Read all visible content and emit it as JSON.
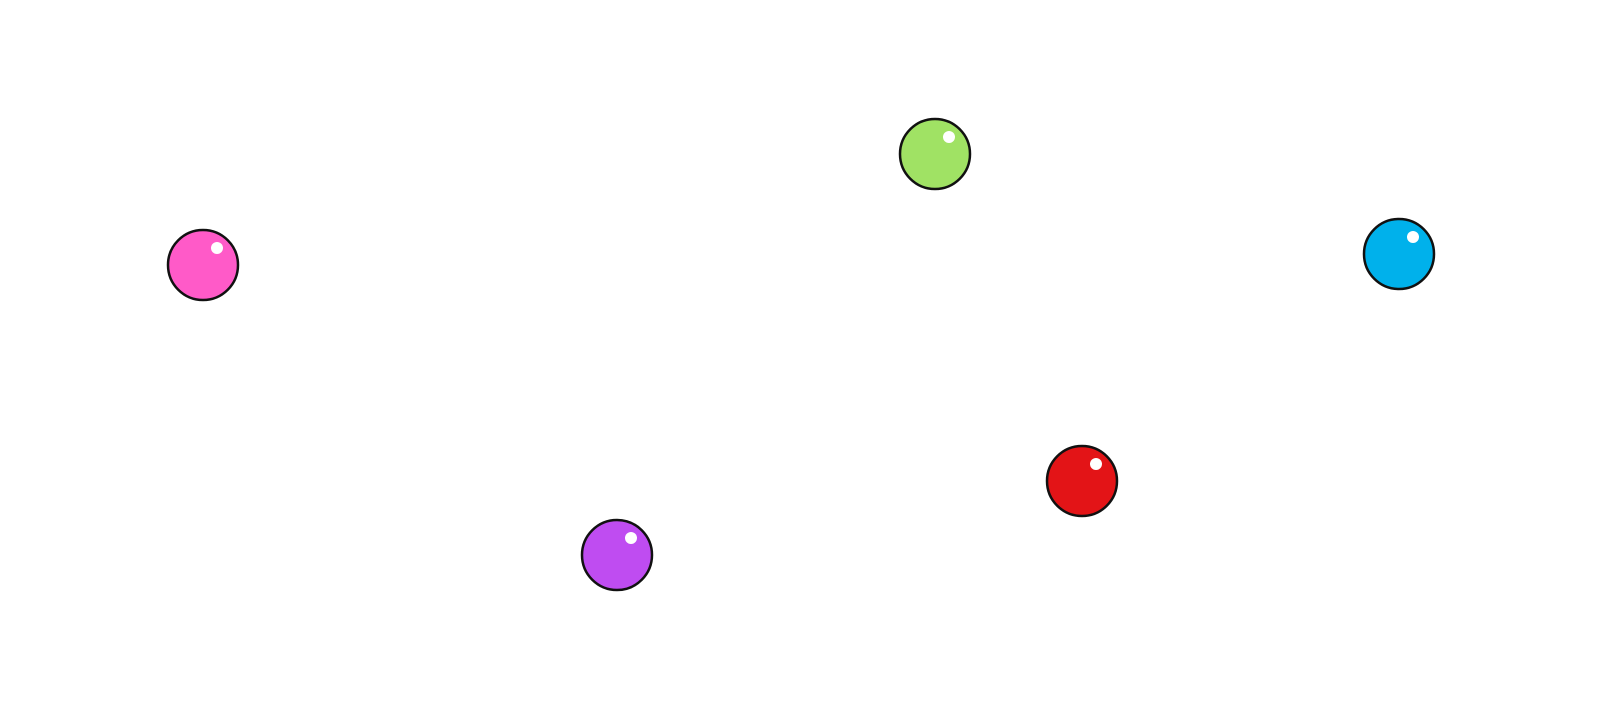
{
  "balls": [
    {
      "name": "pink-ball",
      "color": "#ff5ac8"
    },
    {
      "name": "green-ball",
      "color": "#a0e264"
    },
    {
      "name": "blue-ball",
      "color": "#00b1eb"
    },
    {
      "name": "red-ball",
      "color": "#e31417"
    },
    {
      "name": "purple-ball",
      "color": "#bf4cf1"
    }
  ]
}
